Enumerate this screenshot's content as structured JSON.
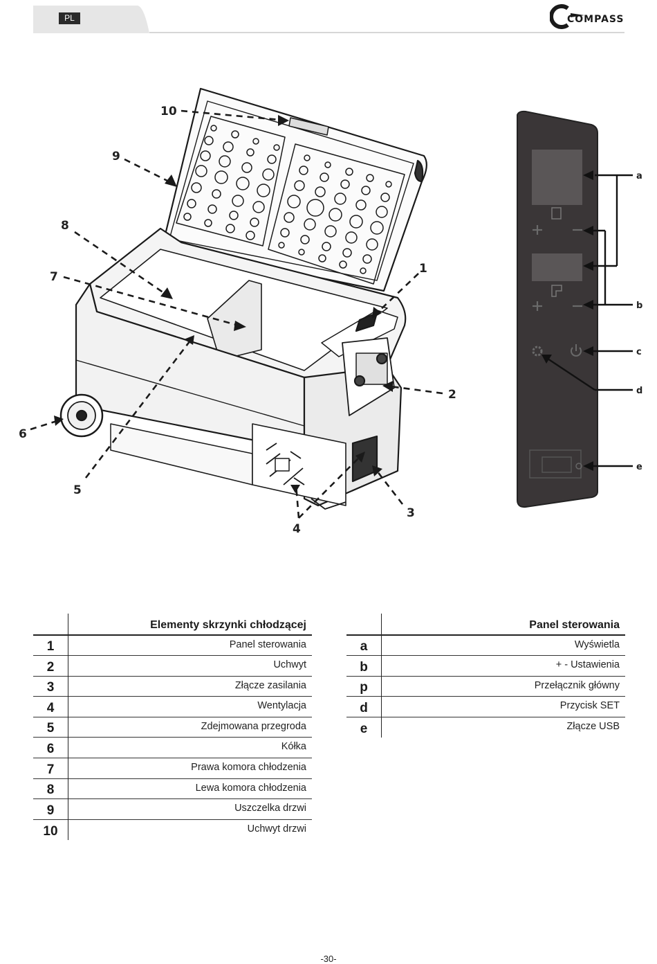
{
  "header": {
    "language": "PL",
    "brand": "COMPASS"
  },
  "figure": {
    "callouts": [
      "1",
      "2",
      "3",
      "4",
      "5",
      "6",
      "7",
      "8",
      "9",
      "10"
    ],
    "panel_callouts": [
      "a",
      "b",
      "c",
      "d",
      "e"
    ]
  },
  "table_left": {
    "title": "Elementy skrzynki chłodzącej",
    "rows": [
      {
        "num": "1",
        "label": "Panel sterowania"
      },
      {
        "num": "2",
        "label": "Uchwyt"
      },
      {
        "num": "3",
        "label": "Złącze zasilania"
      },
      {
        "num": "4",
        "label": "Wentylacja"
      },
      {
        "num": "5",
        "label": "Zdejmowana przegroda"
      },
      {
        "num": "6",
        "label": "Kółka"
      },
      {
        "num": "7",
        "label": "Prawa komora chłodzenia"
      },
      {
        "num": "8",
        "label": "Lewa komora chłodzenia"
      },
      {
        "num": "9",
        "label": "Uszczelka drzwi"
      },
      {
        "num": "10",
        "label": "Uchwyt drzwi"
      }
    ]
  },
  "table_right": {
    "title": "Panel sterowania",
    "rows": [
      {
        "num": "a",
        "label": "Wyświetla"
      },
      {
        "num": "b",
        "label": "+ - Ustawienia"
      },
      {
        "num": "p",
        "label": "Przełącznik główny"
      },
      {
        "num": "d",
        "label": "Przycisk SET"
      },
      {
        "num": "e",
        "label": "Złącze USB"
      }
    ]
  },
  "footer": {
    "page_number": "-30-"
  },
  "colors": {
    "ink": "#1a1a1a",
    "header_band": "#e6e6e6",
    "panel": "#3a3637",
    "display": "#5a5657"
  }
}
